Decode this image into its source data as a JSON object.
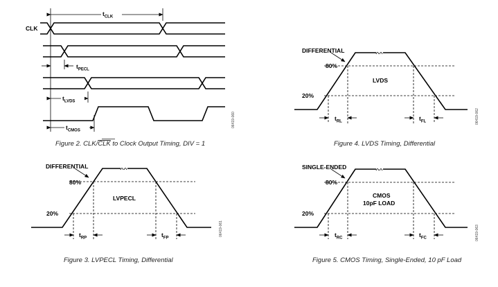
{
  "fig2": {
    "clk_label": "CLK",
    "tclk": {
      "t": "t",
      "s": "CLK"
    },
    "tpecl": {
      "t": "t",
      "s": "PECL"
    },
    "tlvds": {
      "t": "t",
      "s": "LVDS"
    },
    "tcmos": {
      "t": "t",
      "s": "CMOS"
    },
    "caption_pre": "Figure 2. CLK/",
    "caption_over": "CLK",
    "caption_post": " to Clock Output Timing, DIV = 1",
    "id": "06419-060"
  },
  "fig3": {
    "mode": "DIFFERENTIAL",
    "p80": "80%",
    "p20": "20%",
    "name": "LVPECL",
    "tr": {
      "t": "t",
      "s": "RP"
    },
    "tf": {
      "t": "t",
      "s": "FP"
    },
    "caption": "Figure 3. LVPECL Timing, Differential",
    "id": "06419-061"
  },
  "fig4": {
    "mode": "DIFFERENTIAL",
    "p80": "80%",
    "p20": "20%",
    "name": "LVDS",
    "tr": {
      "t": "t",
      "s": "RL"
    },
    "tf": {
      "t": "t",
      "s": "FL"
    },
    "caption": "Figure 4. LVDS Timing, Differential",
    "id": "06419-062"
  },
  "fig5": {
    "mode": "SINGLE-ENDED",
    "p80": "80%",
    "p20": "20%",
    "name1": "CMOS",
    "name2": "10pF LOAD",
    "tr": {
      "t": "t",
      "s": "RC"
    },
    "tf": {
      "t": "t",
      "s": "FC"
    },
    "caption": "Figure 5. CMOS Timing, Single-Ended, 10 pF Load",
    "id": "06419-063"
  }
}
